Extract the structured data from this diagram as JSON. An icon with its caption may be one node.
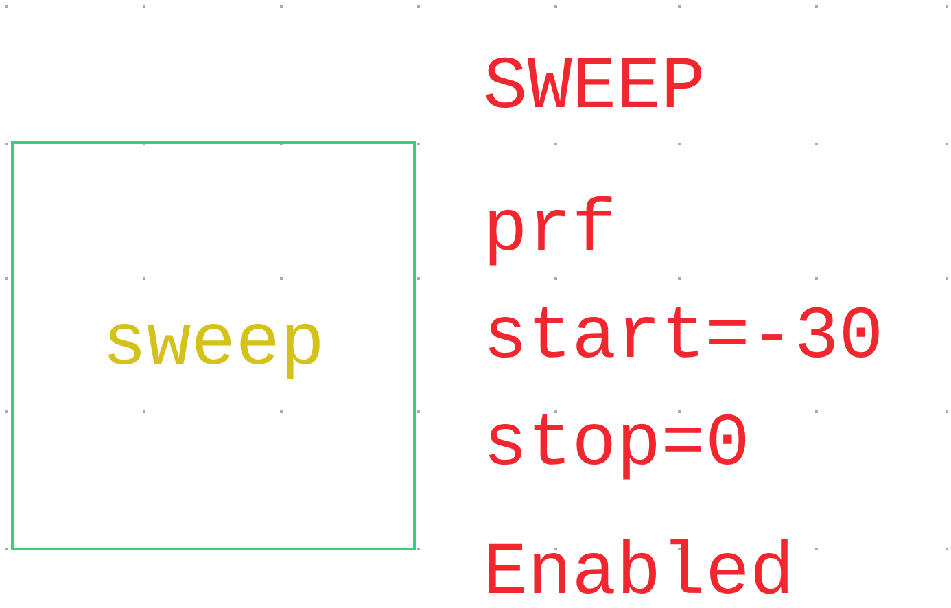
{
  "diagram": {
    "nodes": [
      {
        "text": [
          "sweep"
        ],
        "beside": [
          "SWEEP",
          "prf",
          "start=-30",
          "stop=0",
          "Enabled"
        ]
      }
    ]
  }
}
